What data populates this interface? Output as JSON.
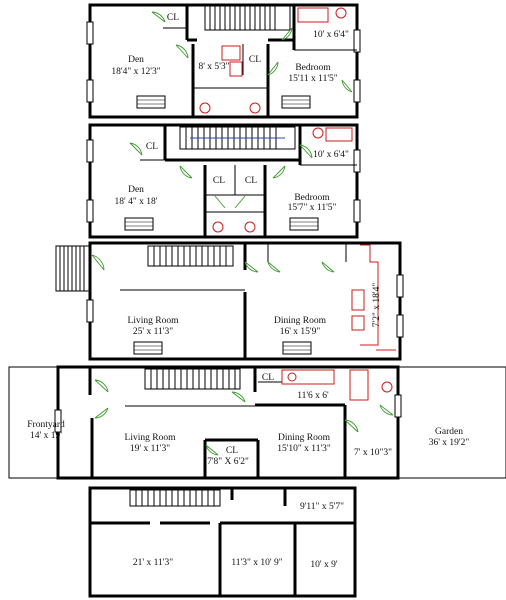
{
  "floor_plan": {
    "floors": [
      {
        "id": "floor-1",
        "rooms": [
          {
            "name": "Den",
            "dims": "18'4\" x 12'3\""
          },
          {
            "name": "Bedroom",
            "dims": "15'11 x 11'5\""
          },
          {
            "name": "",
            "dims": "10' x 6'4\""
          },
          {
            "name": "",
            "dims": "8' x 5'3\""
          }
        ],
        "closets": [
          "CL",
          "CL"
        ]
      },
      {
        "id": "floor-2",
        "rooms": [
          {
            "name": "Den",
            "dims": "18' 4\" x 18'"
          },
          {
            "name": "Bedroom",
            "dims": "15'7\" x 11'5\""
          },
          {
            "name": "",
            "dims": "10' x 6'4\""
          }
        ],
        "closets": [
          "CL",
          "CL",
          "CL"
        ]
      },
      {
        "id": "floor-3",
        "rooms": [
          {
            "name": "Living Room",
            "dims": "25' x 11'3\""
          },
          {
            "name": "Dining Room",
            "dims": "16' x 15'9\""
          },
          {
            "name": "",
            "dims": "7'2\" x 18'4\""
          }
        ]
      },
      {
        "id": "floor-4",
        "rooms": [
          {
            "name": "Frontyard",
            "dims": "14' x 19'"
          },
          {
            "name": "Living Room",
            "dims": "19' x 11'3\""
          },
          {
            "name": "Dining Room",
            "dims": "15'10\" x 11'3\""
          },
          {
            "name": "Garden",
            "dims": "36' x 19'2\""
          },
          {
            "name": "",
            "dims": "11'6 x 6'"
          },
          {
            "name": "",
            "dims": "7' x 10\"3\""
          }
        ],
        "closet": {
          "name": "CL",
          "dims": "7'8\" X 6'2\""
        },
        "closets": [
          "CL"
        ]
      },
      {
        "id": "floor-5",
        "rooms": [
          {
            "name": "",
            "dims": "21' x 11'3\""
          },
          {
            "name": "",
            "dims": "11'3\" x 10' 9\""
          },
          {
            "name": "",
            "dims": "10' x 9'"
          },
          {
            "name": "",
            "dims": "9'11\" x 5'7\""
          }
        ]
      }
    ],
    "colors": {
      "walls": "#000000",
      "doors": "#3a9a2a",
      "fixtures": "#cc1b1b",
      "stair_arrows": "#2c45b8",
      "background": "#ffffff"
    }
  }
}
